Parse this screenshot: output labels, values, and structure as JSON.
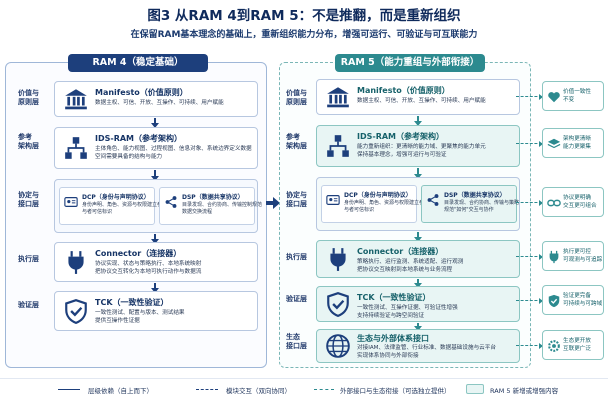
{
  "title": "图3  从RAM 4到RAM 5：不是推翻，而是重新组织",
  "subtitle": "在保留RAM基本理念的基础上，重新组织能力分布，增强可运行、可验证与可互联能力",
  "left_panel": {
    "header": "RAM 4（稳定基础）",
    "layers": {
      "values": "价值与\n原则层",
      "reference": "参考\n架构层",
      "protocol": "协定与\n接口层",
      "execution": "执行层",
      "verification": "验证层"
    },
    "manifesto": {
      "title": "Manifesto（价值原则）",
      "desc": "数据主权、可信、开放、互操作、可持续、用户赋能"
    },
    "ids_ram": {
      "title": "IDS-RAM（参考架构）",
      "desc": "主体角色、能力视图、过程视图、信息对象、系统边界定义数据空间需要具备的结构与能力"
    },
    "dcp": {
      "title": "DCP（身份与声明协议）",
      "desc": "身份声明、角色、资源与权限建立参与者可信标识"
    },
    "dsp": {
      "title": "DSP（数据共享协议）",
      "desc": "目录发现、合约协商、传输控制规范数据交换流程"
    },
    "connector": {
      "title": "Connector（连接器）",
      "desc": "协议实现、状态与策略执行、本地系统映射\n把协议交互转化为本地可执行动作与数据流"
    },
    "tck": {
      "title": "TCK（一致性验证）",
      "desc": "一致性测试、配置与版本、测试结果\n提供互操作性证据"
    }
  },
  "right_panel": {
    "header": "RAM 5（能力重组与外部衔接）",
    "layers": {
      "values": "价值与\n原则层",
      "reference": "参考\n架构层",
      "protocol": "协定与\n接口层",
      "execution": "执行层",
      "verification": "验证层",
      "ecosystem": "生态\n接口层"
    },
    "manifesto": {
      "title": "Manifesto（价值原则）",
      "desc": "数据主权、可信、开放、互操作、可持续、用户赋能"
    },
    "ids_ram": {
      "title": "IDS-RAM（参考架构）",
      "desc": "能力重新组织：更清晰的能力域、更聚焦的能力单元\n保持基本理念，增强可运行与可验证"
    },
    "dcp": {
      "title": "DCP（身份与声明协议）",
      "desc": "身份声明、角色、资源与权限建立参与者可信标识"
    },
    "dsp": {
      "title": "DSP（数据共享协议）",
      "desc": "目录发现、合约协商、传输与策略\n规范\"如何\"交互与协作"
    },
    "connector": {
      "title": "Connector（连接器）",
      "desc": "策略执行、运行监测、系统适配、运行观测\n把协议交互映射到本地系统与业务流程"
    },
    "tck": {
      "title": "TCK（一致性验证）",
      "desc": "一致性测试、互操作证据、可验证性增强\n支持持续验证与跨空间验证"
    },
    "ecosystem": {
      "title": "生态与外部体系接口",
      "desc": "对接IAM、法律监管、行业标准、数据基础设施与云平台\n实现体系协同与外部衔接"
    }
  },
  "side_notes": [
    {
      "text": "价值一致性\n不变",
      "icon": "heart-icon"
    },
    {
      "text": "架构更清晰\n能力更聚集",
      "icon": "layers-icon"
    },
    {
      "text": "协议更明确\n交互更可组合",
      "icon": "link-icon"
    },
    {
      "text": "执行更可控\n可观测与可追踪",
      "icon": "plug-icon"
    },
    {
      "text": "验证更完备\n可持续与可跨域",
      "icon": "check-icon"
    },
    {
      "text": "生态更开放\n互联更广泛",
      "icon": "gear-icon"
    }
  ],
  "legend": {
    "dependency": "层级依赖（自上而下）",
    "interaction": "模块交互（双向协同）",
    "external": "外部接口与生态衔接（可选独立提供）",
    "new_content": "RAM 5 新增或增强内容"
  },
  "colors": {
    "ram4": "#1d3f7c",
    "ram5": "#2c8a8f",
    "new_fill": "#e8f5f4"
  }
}
